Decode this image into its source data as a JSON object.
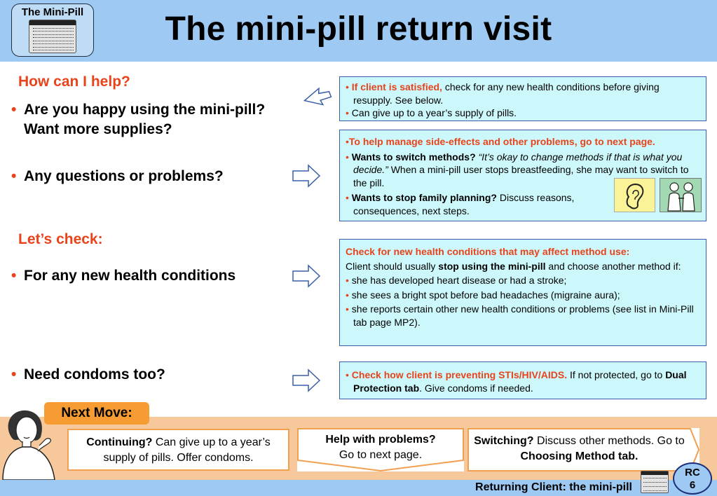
{
  "header": {
    "tab_label": "The Mini-Pill",
    "title": "The mini-pill return visit"
  },
  "sections": {
    "help_heading": "How can I help?",
    "check_heading": "Let’s check:"
  },
  "questions": {
    "bullet": "•",
    "happy_line1": "Are you happy using the mini-pill?",
    "happy_line2": "Want more supplies?",
    "problems": "Any questions or problems?",
    "conditions": "For any new health conditions",
    "condoms": "Need condoms too?"
  },
  "boxes": {
    "satisfied": {
      "lead": "If client is satisfied,",
      "rest": " check for any new health conditions before giving resupply. See below.",
      "supply": "Can give up to a year’s supply of pills."
    },
    "problems": {
      "side_effects": "To help manage side-effects and other problems, go to next page.",
      "switch_lead": "Wants to switch methods?",
      "switch_quote": " “It’s okay to change methods if that is what you decide.”",
      "switch_rest": "  When a mini-pill user stops breastfeeding, she may want to switch to the pill.",
      "stop_lead": "Wants to stop family planning?",
      "stop_rest": " Discuss reasons, consequences, next steps."
    },
    "conditions": {
      "heading": "Check for new health conditions that may affect method use:",
      "intro_a": "Client should usually ",
      "intro_b": "stop using the mini-pill",
      "intro_c": " and choose another method if:",
      "items": [
        "she has developed heart disease or had a stroke;",
        "she sees a bright spot before bad headaches (migraine aura);",
        "she reports certain other new health conditions or problems (see list in Mini-Pill tab page MP2)."
      ]
    },
    "condoms": {
      "lead": "Check how client is preventing STIs/HIV/AIDS.",
      "rest_a": " If not protected, go to ",
      "rest_b": "Dual Protection tab",
      "rest_c": ". Give condoms if needed."
    }
  },
  "next_move": {
    "label": "Next Move:",
    "continue_lead": "Continuing?",
    "continue_rest": " Can give up to a year’s supply of pills. Offer condoms.",
    "help_lead": "Help with problems?",
    "help_rest": "Go to next page.",
    "switch_lead": "Switching?",
    "switch_rest": " Discuss other methods. Go to ",
    "switch_tab": "Choosing Method tab."
  },
  "footer": {
    "text": "Returning Client: the mini-pill",
    "badge_line1": "RC",
    "badge_line2": "6"
  },
  "icons": {
    "arrow": "arrow-right-icon",
    "ear": "ear-icon",
    "people": "two-people-icon",
    "pill_pack": "pill-pack-icon",
    "woman": "thinking-woman-icon"
  },
  "colors": {
    "accent_red": "#e8431a",
    "header_blue": "#9ec9f2",
    "box_cyan": "#cdf8fb",
    "next_move_orange": "#f79b33",
    "band_peach": "#f6c89c"
  }
}
